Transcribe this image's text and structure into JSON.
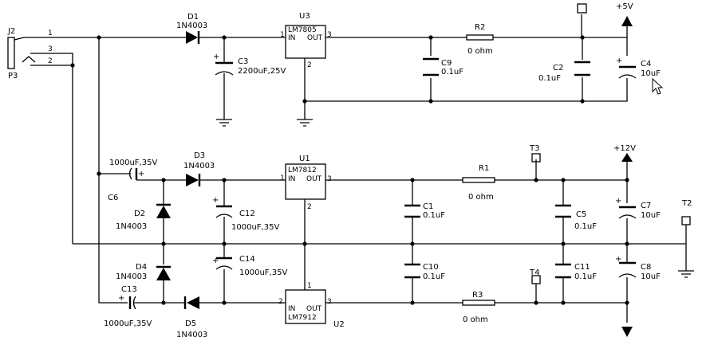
{
  "connectors": {
    "J2": {
      "ref": "J2",
      "pin1": "1",
      "pin2": "2",
      "pin3": "3"
    },
    "P3": {
      "ref": "P3"
    }
  },
  "regulators": {
    "U3": {
      "ref": "U3",
      "part": "LM7805",
      "in": "IN",
      "out": "OUT",
      "pin_in": "1",
      "pin_out": "3",
      "pin_gnd": "2"
    },
    "U1": {
      "ref": "U1",
      "part": "LM7812",
      "in": "IN",
      "out": "OUT",
      "pin_in": "1",
      "pin_out": "3",
      "pin_gnd": "2"
    },
    "U2": {
      "ref": "U2",
      "part": "LM7912",
      "in": "IN",
      "out": "OUT",
      "pin_in": "2",
      "pin_out": "3",
      "pin_gnd": "1"
    }
  },
  "diodes": {
    "D1": {
      "ref": "D1",
      "value": "1N4003"
    },
    "D2": {
      "ref": "D2",
      "value": "1N4003"
    },
    "D3": {
      "ref": "D3",
      "value": "1N4003"
    },
    "D4": {
      "ref": "D4",
      "value": "1N4003"
    },
    "D5": {
      "ref": "D5",
      "value": "1N4003"
    }
  },
  "capacitors": {
    "C1": {
      "ref": "C1",
      "value": "0.1uF"
    },
    "C2": {
      "ref": "C2",
      "value": "0.1uF"
    },
    "C3": {
      "ref": "C3",
      "value": "2200uF,25V"
    },
    "C4": {
      "ref": "C4",
      "value": "10uF"
    },
    "C5": {
      "ref": "C5",
      "value": "0.1uF"
    },
    "C6": {
      "ref": "C6",
      "value": "1000uF,35V"
    },
    "C7": {
      "ref": "C7",
      "value": "10uF"
    },
    "C8": {
      "ref": "C8",
      "value": "10uF"
    },
    "C9": {
      "ref": "C9",
      "value": "0.1uF"
    },
    "C10": {
      "ref": "C10",
      "value": "0.1uF"
    },
    "C11": {
      "ref": "C11",
      "value": "0.1uF"
    },
    "C12": {
      "ref": "C12",
      "value": "1000uF,35V"
    },
    "C13": {
      "ref": "C13",
      "value": "1000uF,35V"
    },
    "C14": {
      "ref": "C14",
      "value": "1000uF,35V"
    }
  },
  "resistors": {
    "R1": {
      "ref": "R1",
      "value": "0 ohm"
    },
    "R2": {
      "ref": "R2",
      "value": "0 ohm"
    },
    "R3": {
      "ref": "R3",
      "value": "0 ohm"
    }
  },
  "testpoints": {
    "T2": "T2",
    "T3": "T3",
    "T4": "T4"
  },
  "rails": {
    "plus5": "+5V",
    "plus12": "+12V"
  },
  "polarity_mark": "+"
}
